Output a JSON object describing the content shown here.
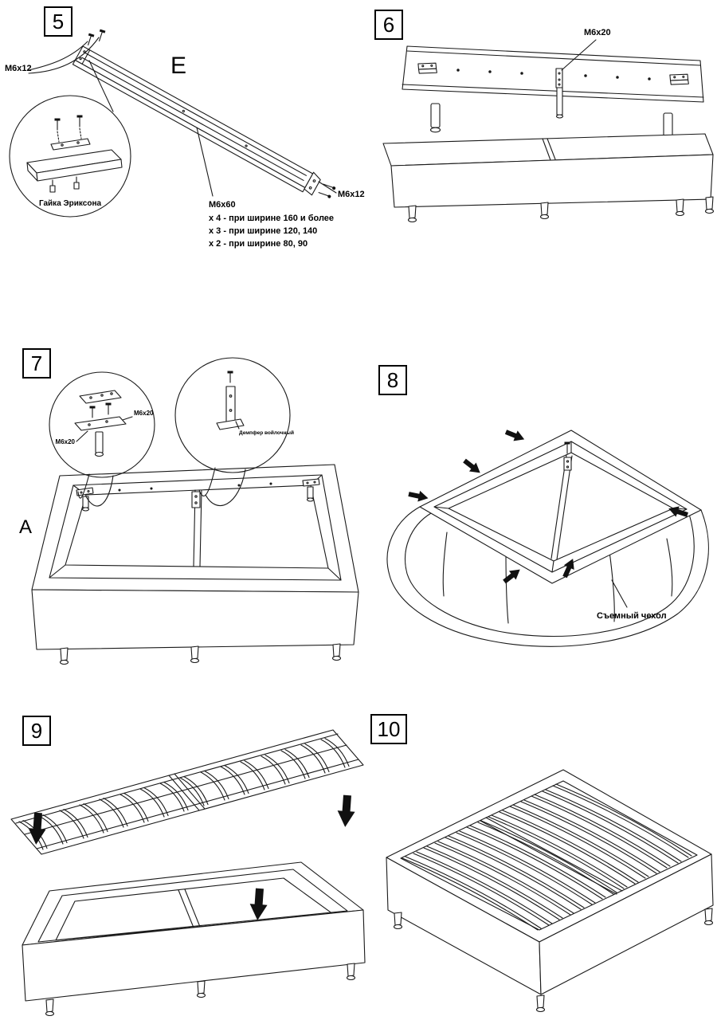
{
  "colors": {
    "line": "#1a1a1a",
    "arrow": "#111111",
    "background": "#ffffff"
  },
  "steps": {
    "s5": {
      "number": "5",
      "part_letter": "E",
      "bolt_top": "M6x12",
      "bolt_right": "M6x12",
      "bolt_center": "M6x60",
      "nut_label": "Гайка Эриксона",
      "qty": [
        "x 4 - при ширине 160 и более",
        "x 3 - при ширине 120, 140",
        "x 2 - при ширине 80, 90"
      ]
    },
    "s6": {
      "number": "6",
      "bolt": "M6x20"
    },
    "s7": {
      "number": "7",
      "part_letter": "A",
      "bolt_left": "M6x20",
      "bolt_right": "M6x20",
      "damper_label": "Демпфер войлочный"
    },
    "s8": {
      "number": "8",
      "cover_label": "Съемный чехол"
    },
    "s9": {
      "number": "9"
    },
    "s10": {
      "number": "10"
    }
  }
}
